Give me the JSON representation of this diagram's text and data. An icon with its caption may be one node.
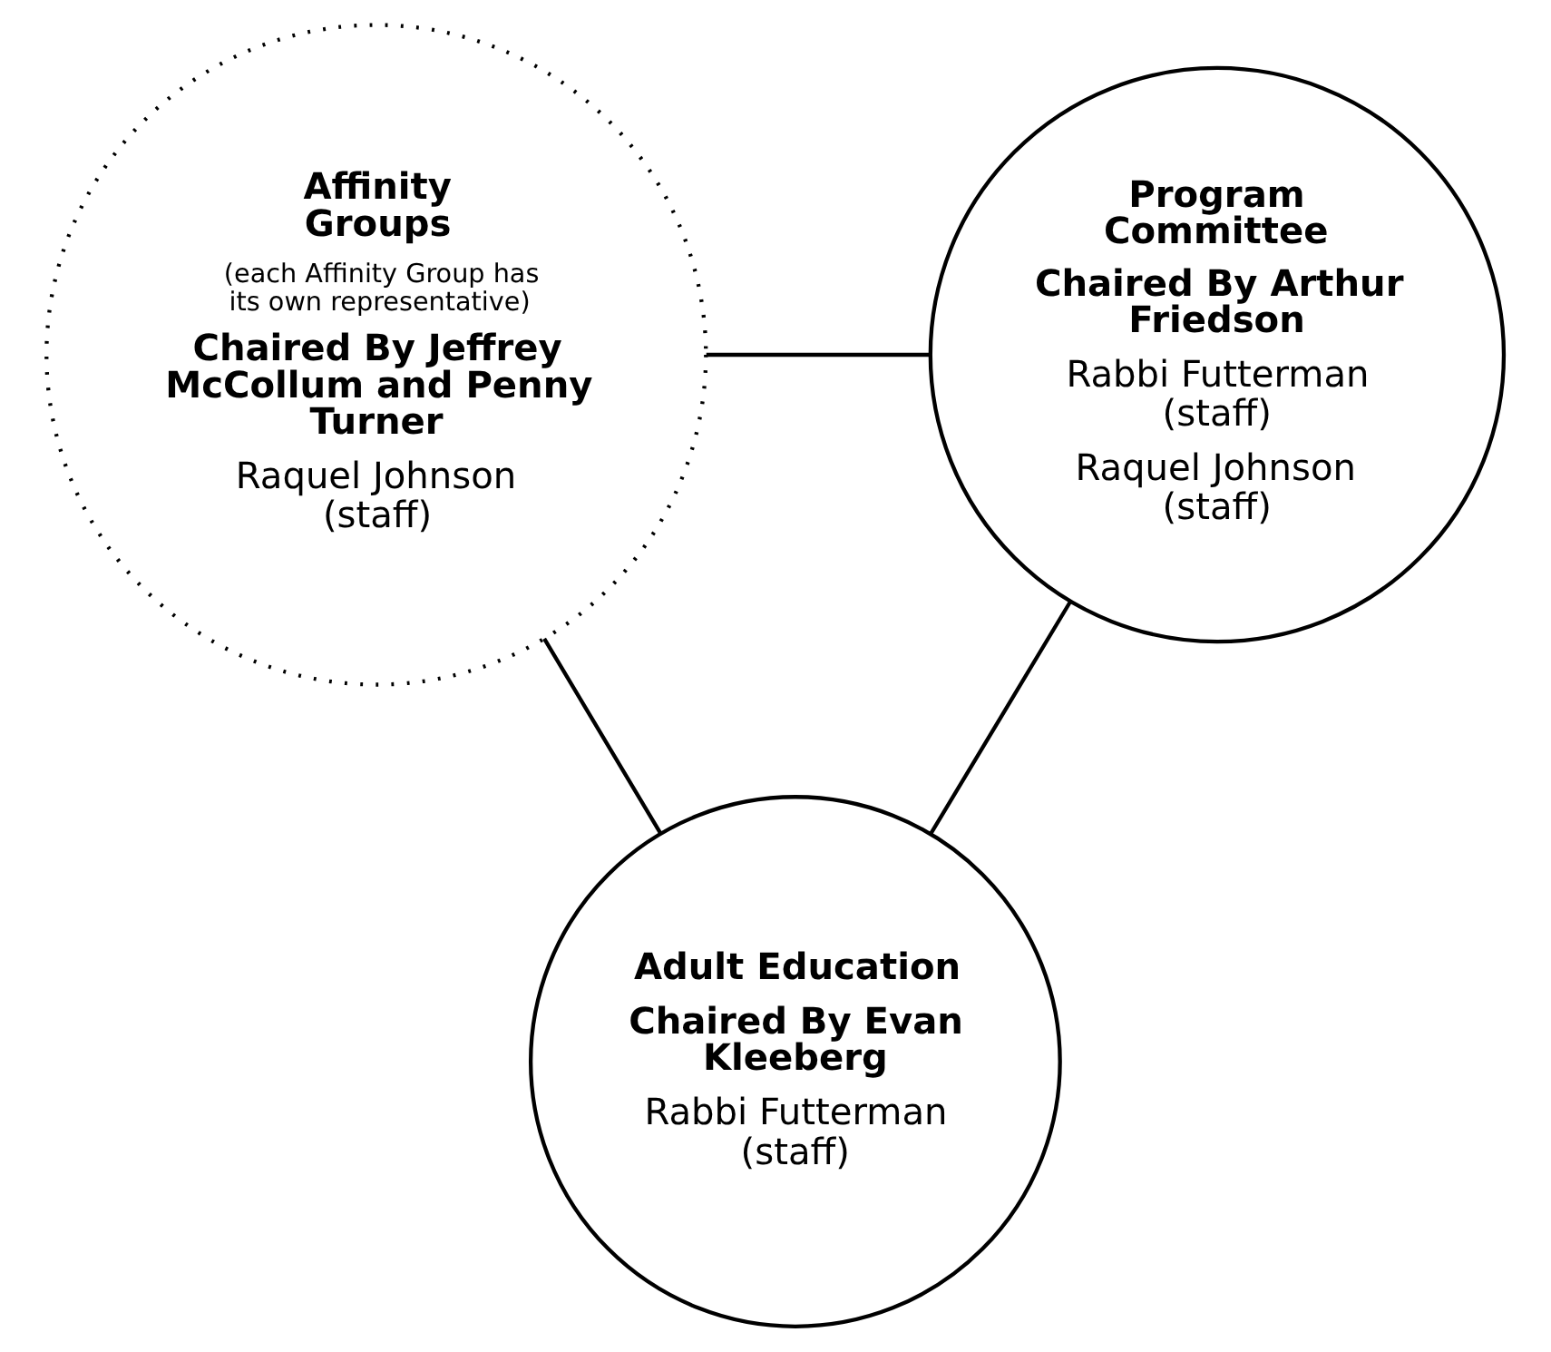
{
  "diagram": {
    "nodes": [
      {
        "text": [
          "Affinity Groups",
          "(each Affinity Group has its own representative)",
          "Chaired By Jeffrey McCollum and Penny Turner",
          "Raquel Johnson (staff)"
        ]
      },
      {
        "text": [
          "Program Committee",
          "Chaired By Arthur Friedson",
          "Rabbi Futterman (staff)",
          "Raquel Johnson (staff)"
        ]
      },
      {
        "text": [
          "Adult Education",
          "Chaired By Evan Kleeberg",
          "Rabbi Futterman (staff)"
        ]
      }
    ],
    "edges": [
      {
        "from": 0,
        "to": 1,
        "arrow": "none"
      },
      {
        "from": 0,
        "to": 2,
        "arrow": "none"
      },
      {
        "from": 1,
        "to": 2,
        "arrow": "none"
      }
    ]
  }
}
